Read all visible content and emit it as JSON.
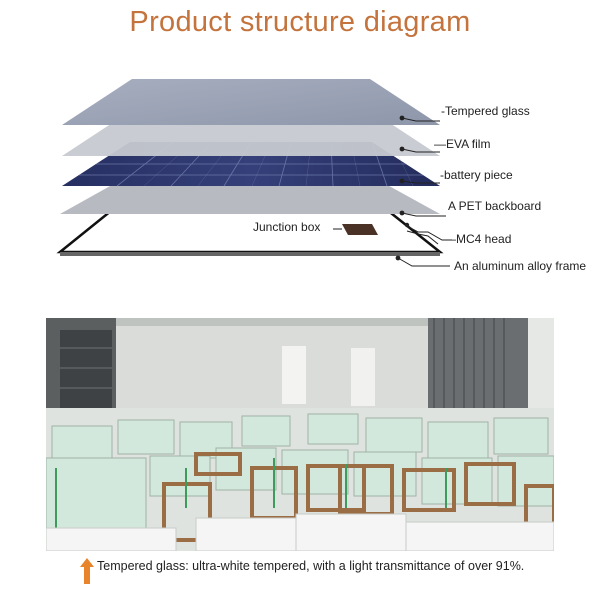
{
  "title": "Product structure diagram",
  "layers": {
    "tempered_glass": "-Tempered glass",
    "eva_film": "—EVA film",
    "battery_piece": "-battery piece",
    "pet_backboard": "A PET backboard",
    "junction_box": "Junction box",
    "mc4_head": "—MC4 head",
    "aluminum_frame": "An aluminum alloy frame"
  },
  "caption": "Tempered glass: ultra-white tempered, with a light transmittance of over 91%.",
  "colors": {
    "title": "#c4733c",
    "arrow": "#e8842c",
    "glass": "#9aa2b4",
    "eva": "#c9ccd3",
    "cells": "#2a3468",
    "backboard": "#b9bcc3",
    "frame": "#111111"
  }
}
